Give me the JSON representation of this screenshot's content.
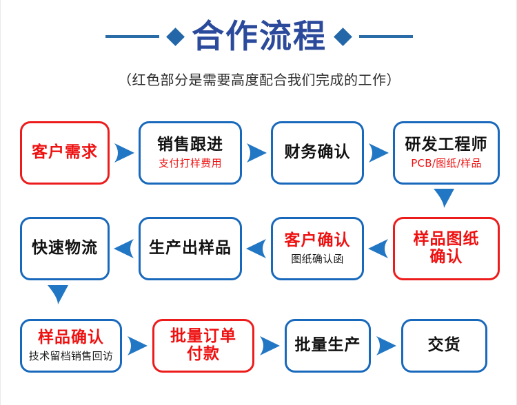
{
  "header": {
    "title": "合作流程",
    "subtitle": "（红色部分是需要高度配合我们完成的工作）",
    "left_line_icon": "deco-line",
    "left_diamond_icon": "deco-diamond",
    "right_diamond_icon": "deco-diamond",
    "right_line_icon": "deco-line"
  },
  "colors": {
    "title_blue": "#2b4a9b",
    "node_blue": "#1868bb",
    "node_red": "#ed1c1c",
    "text_red": "#ee1111",
    "text_black": "#121212",
    "arrow_blue": "#2277c4",
    "deco_blue": "#2a6ca8",
    "background": "#ffffff"
  },
  "rows": [
    {
      "id": "row-1",
      "direction": "left-to-right",
      "nodes": [
        {
          "title": "客户需求",
          "sub": "",
          "border": "red",
          "title_color": "red",
          "sub_color": "red",
          "width": 130,
          "height": 92
        },
        {
          "title": "销售跟进",
          "sub": "支付打样费用",
          "border": "blue",
          "title_color": "black",
          "sub_color": "red",
          "width": 150,
          "height": 92
        },
        {
          "title": "财务确认",
          "sub": "",
          "border": "blue",
          "title_color": "black",
          "sub_color": "black",
          "width": 135,
          "height": 92
        },
        {
          "title": "研发工程师",
          "sub": "PCB/图纸/样品",
          "border": "blue",
          "title_color": "black",
          "sub_color": "red",
          "width": 155,
          "height": 92
        }
      ]
    },
    {
      "id": "row-2",
      "direction": "right-to-left",
      "nodes": [
        {
          "title": "快速物流",
          "sub": "",
          "border": "blue",
          "title_color": "black",
          "sub_color": "black",
          "width": 130,
          "height": 92
        },
        {
          "title": "生产出样品",
          "sub": "",
          "border": "blue",
          "title_color": "black",
          "sub_color": "black",
          "width": 150,
          "height": 92
        },
        {
          "title": "客户确认",
          "sub": "图纸确认函",
          "border": "blue",
          "title_color": "red",
          "sub_color": "black",
          "width": 135,
          "height": 92
        },
        {
          "title": "样品图纸\n确认",
          "sub": "",
          "border": "red",
          "title_color": "red",
          "sub_color": "red",
          "width": 155,
          "height": 92
        }
      ]
    },
    {
      "id": "row-3",
      "direction": "left-to-right",
      "nodes": [
        {
          "title": "样品确认",
          "sub": "技术留档销售回访",
          "border": "blue",
          "title_color": "red",
          "sub_color": "black",
          "width": 148,
          "height": 78
        },
        {
          "title": "批量订单\n付款",
          "sub": "",
          "border": "red",
          "title_color": "red",
          "sub_color": "red",
          "width": 148,
          "height": 78
        },
        {
          "title": "批量生产",
          "sub": "",
          "border": "blue",
          "title_color": "black",
          "sub_color": "black",
          "width": 125,
          "height": 78
        },
        {
          "title": "交货",
          "sub": "",
          "border": "blue",
          "title_color": "black",
          "sub_color": "black",
          "width": 125,
          "height": 78
        }
      ]
    }
  ],
  "connectors": {
    "row1_arrows": [
      "arrow-right-icon",
      "arrow-right-icon",
      "arrow-right-icon"
    ],
    "row2_arrows": [
      "arrow-left-icon",
      "arrow-left-icon",
      "arrow-left-icon"
    ],
    "row3_arrows": [
      "arrow-right-icon",
      "arrow-right-icon",
      "arrow-right-icon"
    ],
    "down_arrow_right": "arrow-down-icon",
    "down_arrow_left": "arrow-down-icon"
  }
}
